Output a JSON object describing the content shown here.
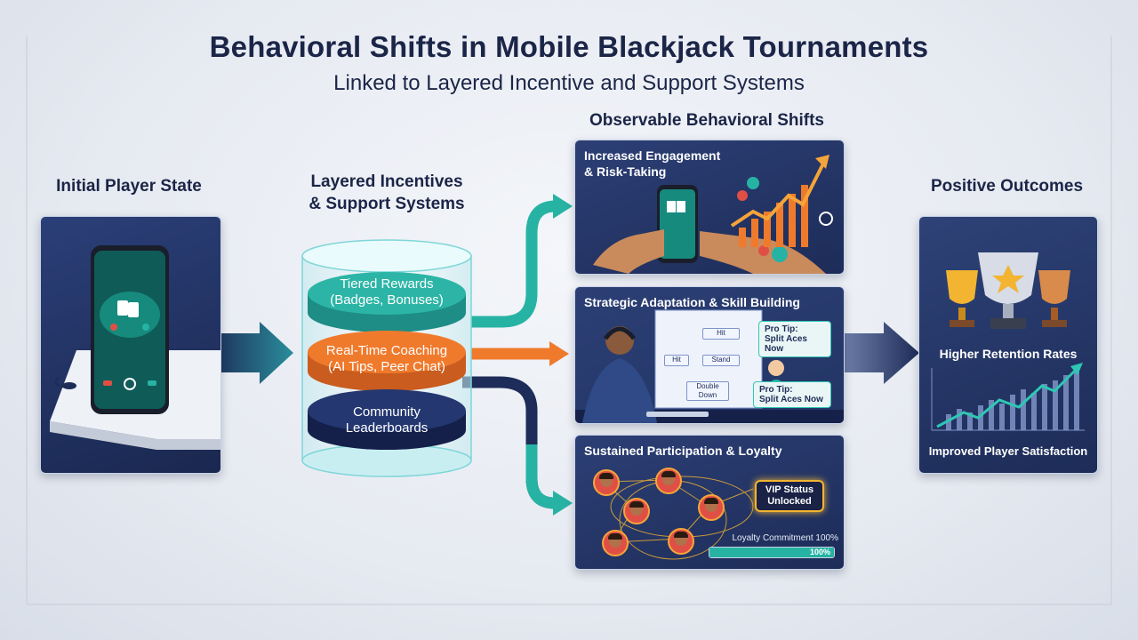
{
  "header": {
    "title": "Behavioral Shifts in Mobile Blackjack Tournaments",
    "subtitle": "Linked to Layered Incentive and Support Systems"
  },
  "columns": {
    "initial": "Initial Player State",
    "incentives_line1": "Layered Incentives",
    "incentives_line2": "& Support Systems",
    "shifts": "Observable Behavioral Shifts",
    "outcomes": "Positive Outcomes"
  },
  "layers": [
    {
      "line1": "Tiered Rewards",
      "line2": "(Badges, Bonuses)"
    },
    {
      "line1": "Real-Time Coaching",
      "line2": "(AI Tips, Peer Chat)"
    },
    {
      "line1": "Community",
      "line2": "Leaderboards"
    }
  ],
  "shifts": [
    {
      "title_line1": "Increased Engagement",
      "title_line2": "& Risk-Taking"
    },
    {
      "title_line1": "Strategic Adaptation & Skill Building",
      "title_line2": ""
    },
    {
      "title_line1": "Sustained Participation & Loyalty",
      "title_line2": ""
    }
  ],
  "coaching": {
    "tip1_line1": "Pro Tip:",
    "tip1_line2": "Split Aces Now",
    "tip2_line1": "Pro Tip:",
    "tip2_line2": "Split Aces Now",
    "flow": [
      "Hit",
      "Hit",
      "Stand",
      "Double Down"
    ]
  },
  "loyalty": {
    "badge_line1": "VIP Status",
    "badge_line2": "Unlocked",
    "meter_label": "Loyalty Commitment 100%",
    "meter_value": "100%",
    "meter_fraction": 1.0
  },
  "outcomes": {
    "retention": "Higher Retention Rates",
    "satisfaction": "Improved Player Satisfaction"
  },
  "colors": {
    "navy": "#1d2c58",
    "teal": "#27b3a4",
    "orange": "#f07a2c",
    "gold": "#f2b431"
  }
}
